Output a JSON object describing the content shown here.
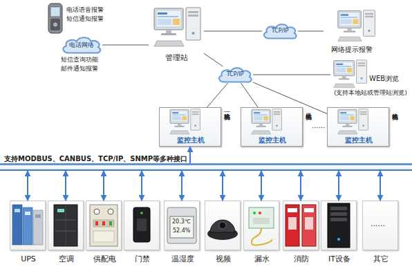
{
  "diagram": {
    "nodes": [
      {
        "text": [
          "电话网络"
        ]
      },
      {
        "text": [
          "管理站"
        ]
      },
      {
        "text": [
          "TCP/IP"
        ]
      },
      {
        "text": [
          "网络提示报警"
        ]
      },
      {
        "text": [
          "TCP/IP"
        ]
      },
      {
        "text": [
          "WEB浏览",
          "(支持本地站或管理站浏览)"
        ]
      },
      {
        "text": [
          "本地站机房一"
        ]
      },
      {
        "text": [
          "监控主机"
        ],
        "in": 6
      },
      {
        "text": [
          "本地站机房二"
        ]
      },
      {
        "text": [
          "监控主机"
        ],
        "in": 8
      },
      {
        "text": [
          "本地站机房"
        ]
      },
      {
        "text": [
          "监控主机"
        ],
        "in": 10
      },
      {
        "text": [
          "支持MODBUS、CANBUS、TCP/IP、SNMP等多种接口"
        ]
      },
      {
        "text": [
          "UPS"
        ]
      },
      {
        "text": [
          "空调"
        ]
      },
      {
        "text": [
          "供配电"
        ]
      },
      {
        "text": [
          "门禁"
        ]
      },
      {
        "text": [
          "温湿度"
        ]
      },
      {
        "text": [
          "视频"
        ]
      },
      {
        "text": [
          "漏水"
        ]
      },
      {
        "text": [
          "消防"
        ]
      },
      {
        "text": [
          "IT设备"
        ]
      },
      {
        "text": [
          "其它"
        ]
      }
    ],
    "edges": [
      {
        "from": 0,
        "to": 1,
        "arrow": "none"
      },
      {
        "from": 1,
        "to": 2,
        "arrow": "none"
      },
      {
        "from": 2,
        "to": 3,
        "arrow": "none"
      },
      {
        "from": 1,
        "to": 4,
        "arrow": "none"
      },
      {
        "from": 4,
        "to": 5,
        "arrow": "none"
      },
      {
        "from": 4,
        "to": 6,
        "arrow": "none"
      },
      {
        "from": 4,
        "to": 8,
        "arrow": "none"
      },
      {
        "from": 4,
        "to": 10,
        "arrow": "none"
      },
      {
        "from": 12,
        "to": 6,
        "arrow": "to"
      },
      {
        "from": 12,
        "to": 13,
        "arrow": "both"
      },
      {
        "from": 12,
        "to": 14,
        "arrow": "both"
      },
      {
        "from": 12,
        "to": 15,
        "arrow": "both"
      },
      {
        "from": 12,
        "to": 16,
        "arrow": "both"
      },
      {
        "from": 12,
        "to": 17,
        "arrow": "both"
      },
      {
        "from": 12,
        "to": 18,
        "arrow": "both"
      },
      {
        "from": 12,
        "to": 19,
        "arrow": "both"
      },
      {
        "from": 12,
        "to": 20,
        "arrow": "both"
      },
      {
        "from": 12,
        "to": 21,
        "arrow": "both"
      },
      {
        "from": 12,
        "to": 22,
        "arrow": "both"
      }
    ],
    "labels": [
      "电话语音报警",
      "短信通知报警",
      "短信查询功能",
      "邮件通知报警",
      "......",
      "20.3℃",
      "52.4%",
      "......"
    ]
  }
}
